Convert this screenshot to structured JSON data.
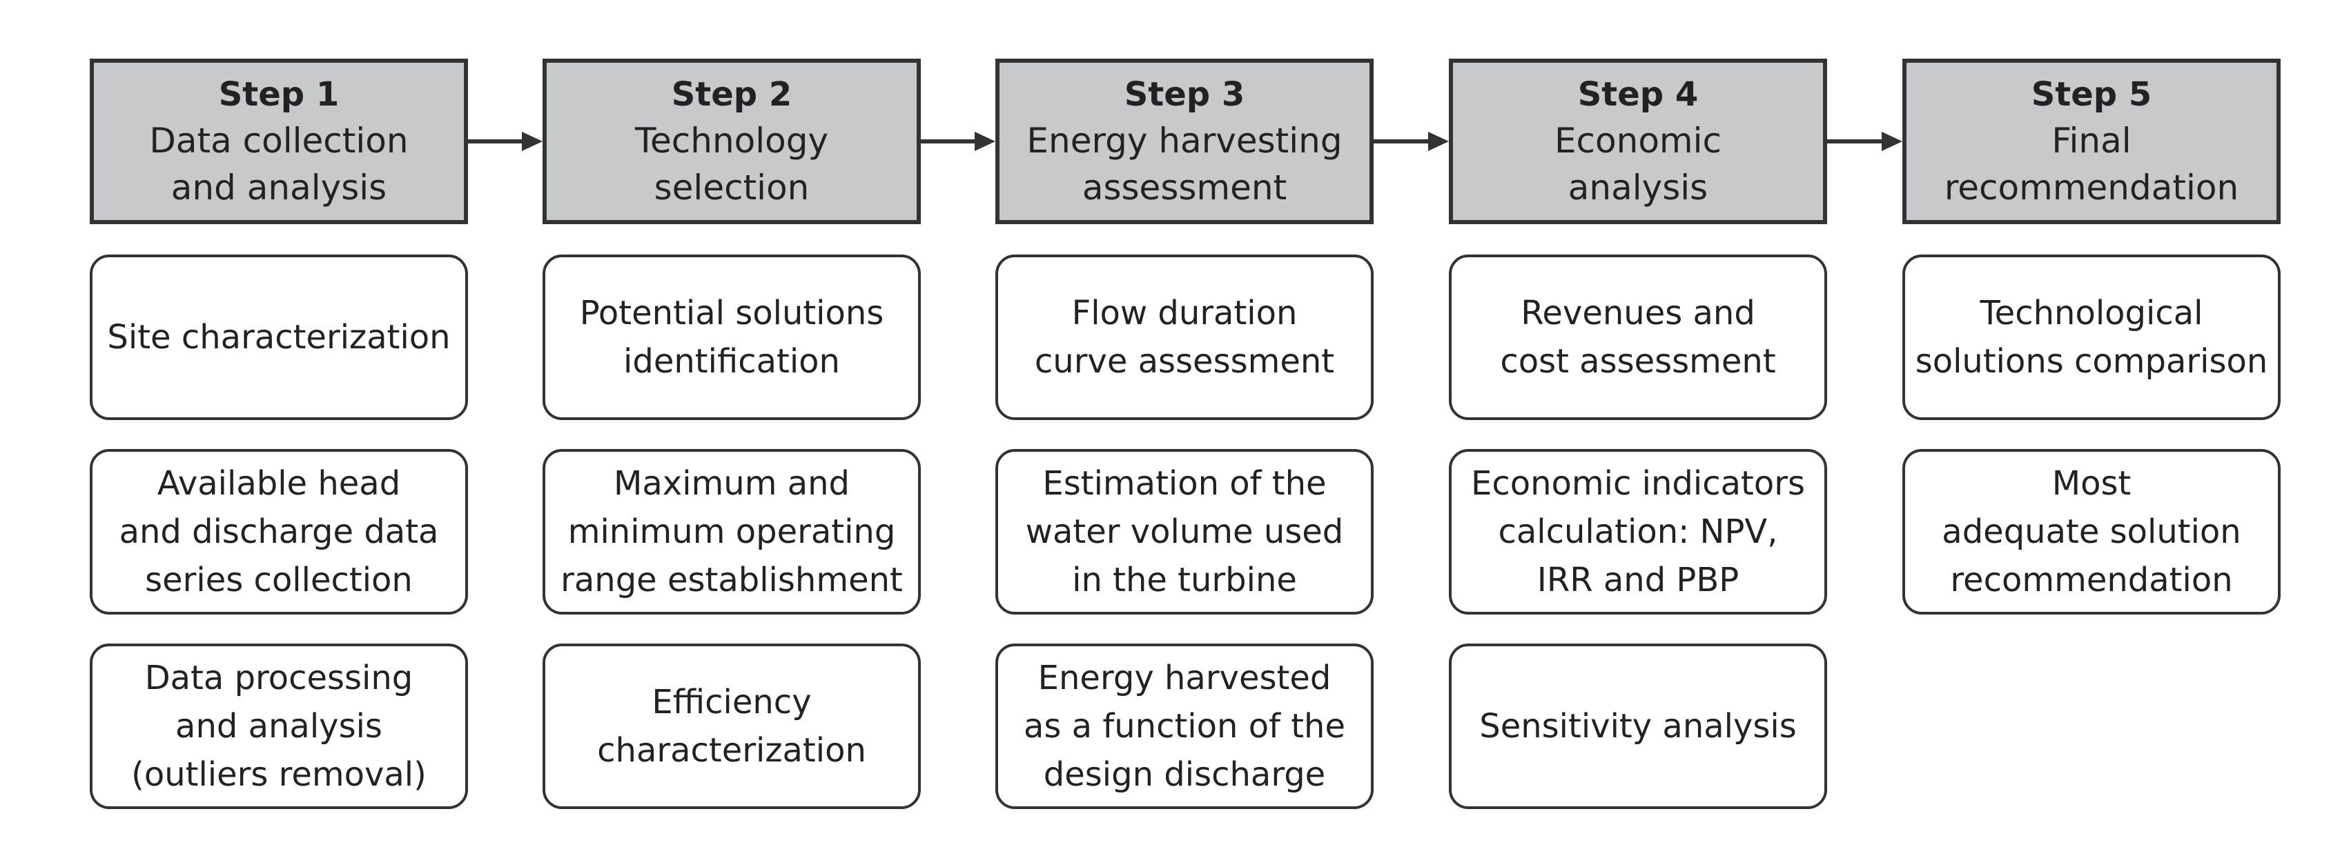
{
  "steps": [
    {
      "label": "Step 1",
      "title": "Data collection\nand analysis",
      "tasks": [
        "Site characterization",
        "Available head\nand discharge data\nseries collection",
        "Data processing\nand analysis\n(outliers removal)"
      ]
    },
    {
      "label": "Step 2",
      "title": "Technology\nselection",
      "tasks": [
        "Potential solutions\nidentification",
        "Maximum and\nminimum operating\nrange establishment",
        "Efficiency\ncharacterization"
      ]
    },
    {
      "label": "Step 3",
      "title": "Energy harvesting\nassessment",
      "tasks": [
        "Flow duration\ncurve assessment",
        "Estimation of the\nwater volume used\nin the turbine",
        "Energy harvested\nas a function of the\ndesign discharge"
      ]
    },
    {
      "label": "Step 4",
      "title": "Economic\nanalysis",
      "tasks": [
        "Revenues and\ncost assessment",
        "Economic indicators\ncalculation:  NPV,\nIRR and PBP",
        "Sensitivity analysis"
      ]
    },
    {
      "label": "Step 5",
      "title": "Final\nrecommendation",
      "tasks": [
        "Technological\nsolutions comparison",
        "Most\nadequate solution\nrecommendation"
      ]
    }
  ],
  "colors": {
    "header_fill": "#c8c9cb",
    "stroke": "#333333",
    "text": "#222222",
    "background": "#ffffff"
  }
}
